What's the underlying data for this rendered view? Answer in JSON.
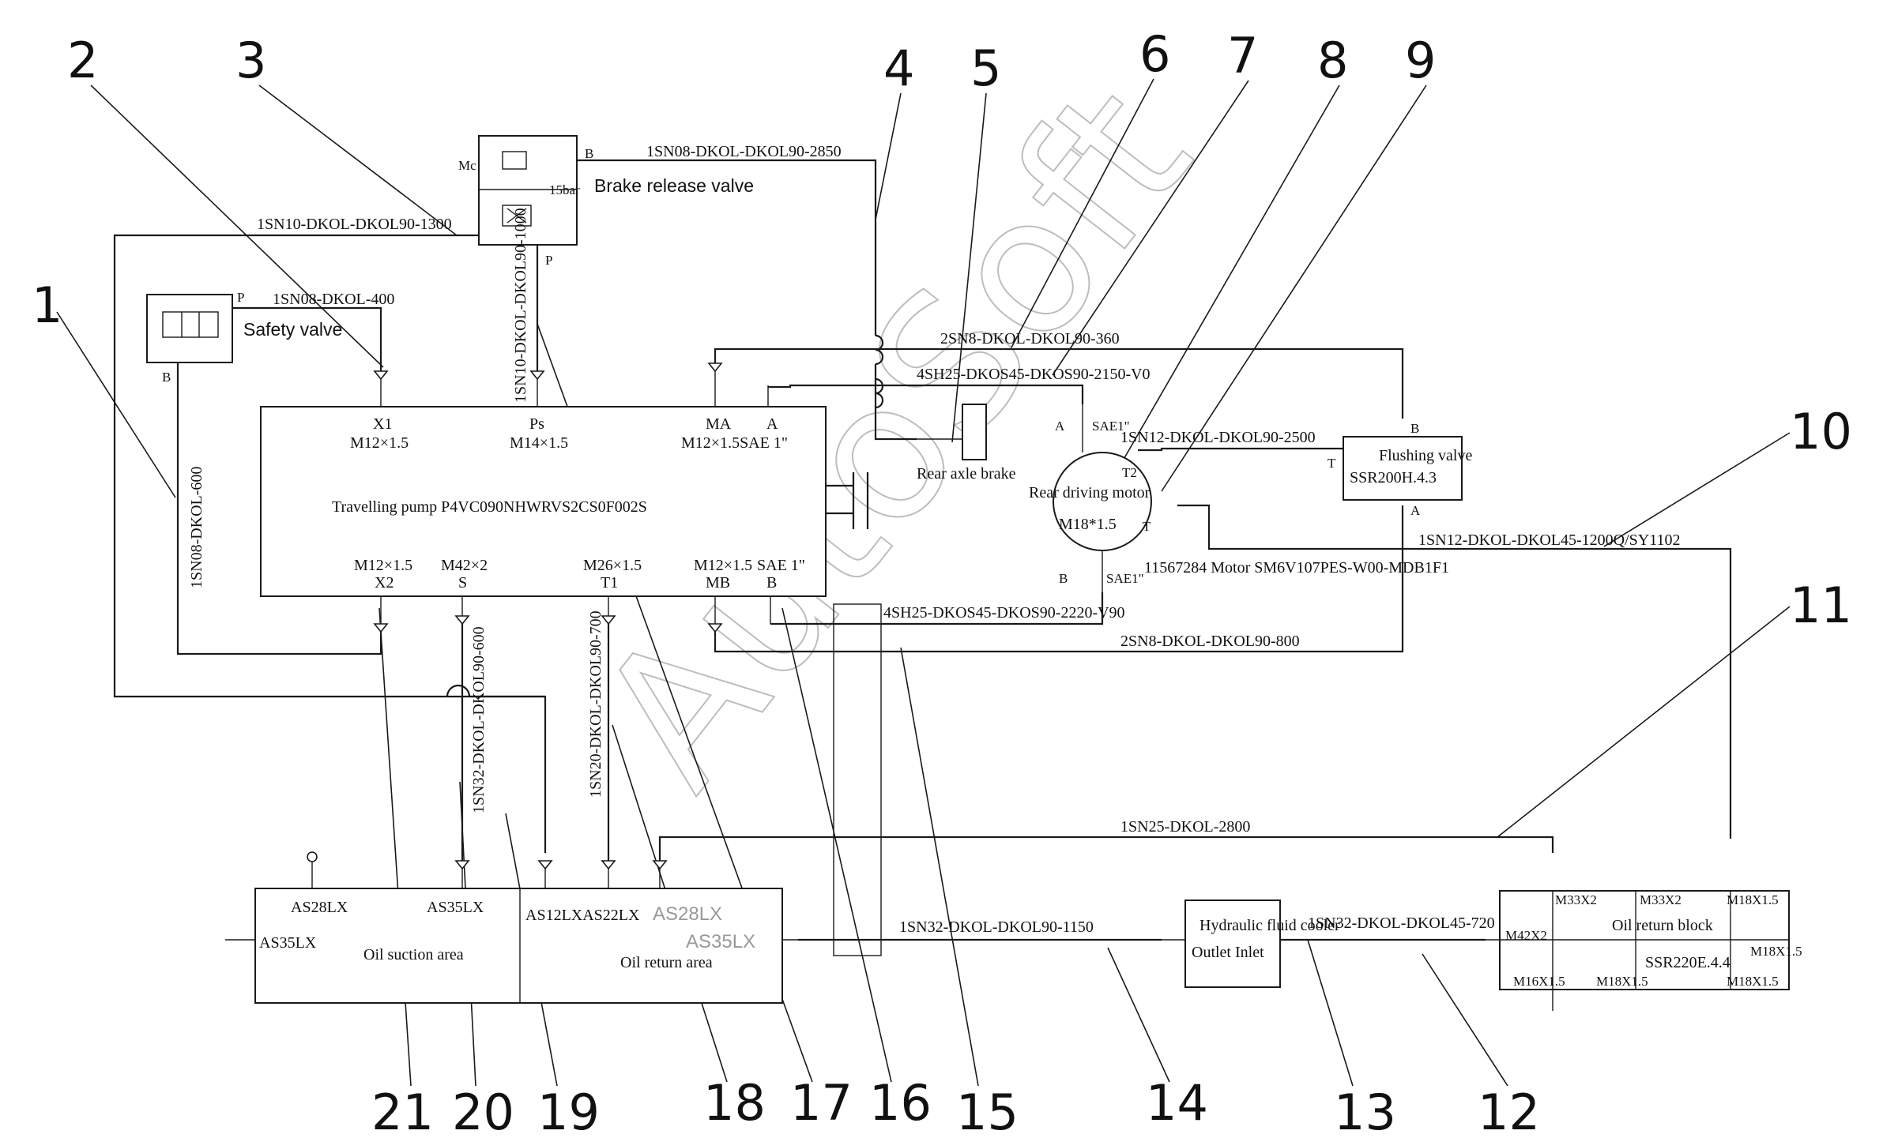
{
  "callouts": [
    "1",
    "2",
    "3",
    "4",
    "5",
    "6",
    "7",
    "8",
    "9",
    "10",
    "11",
    "12",
    "13",
    "14",
    "15",
    "16",
    "17",
    "18",
    "19",
    "20",
    "21"
  ],
  "components": {
    "brake_release_valve": "Brake release valve",
    "brake_port_mc": "Mc",
    "brake_port_b": "B",
    "brake_port_p": "P",
    "brake_pressure": "15bar",
    "safety_valve": "Safety valve",
    "safety_port_p": "P",
    "safety_port_b": "B",
    "pump": "Travelling pump P4VC090NHWRVS2CS0F002S",
    "rear_axle_brake": "Rear axle brake",
    "rear_driving_motor": "Rear driving motor",
    "motor_spec": "11567284 Motor SM6V107PES-W00-MDB1F1",
    "motor_port_a": "A",
    "motor_port_b": "B",
    "motor_port_t": "T",
    "motor_port_t2": "T2",
    "motor_sae1_top": "SAE1\"",
    "motor_sae1_bottom": "SAE1\"",
    "motor_thread": "M18*1.5",
    "flushing_valve": "Flushing valve",
    "flushing_valve_code": "SSR200H.4.3",
    "flush_port_b": "B",
    "flush_port_t": "T",
    "flush_port_a": "A",
    "hydraulic_tank": "Hydraulic fluid cooler",
    "tank_outlet_inlet": "Outlet Inlet",
    "oil_return_block": "Oil return block",
    "oil_return_block_code": "SSR220E.4.4",
    "tank_suction": "Oil suction area",
    "tank_return": "Oil return area"
  },
  "pump_ports_top": [
    {
      "name": "X1",
      "thread": "M12×1.5"
    },
    {
      "name": "Ps",
      "thread": "M14×1.5"
    },
    {
      "name": "MA",
      "thread": "M12×1.5SAE 1\""
    },
    {
      "name": "A",
      "thread": ""
    }
  ],
  "pump_ports_bottom": [
    {
      "name": "X2",
      "thread": "M12×1.5"
    },
    {
      "name": "S",
      "thread": "M42×2"
    },
    {
      "name": "T1",
      "thread": "M26×1.5"
    },
    {
      "name": "MB",
      "thread": "M12×1.5"
    },
    {
      "name": "B",
      "thread": "SAE 1\""
    }
  ],
  "tank_ports": {
    "as28_left": "AS28LX",
    "as35_mid": "AS35LX",
    "as12_as22": "AS12LXAS22LX",
    "as35_left": "AS35LX",
    "as28_ghost": "AS28LX",
    "as35_ghost": "AS35LX"
  },
  "block_ports": {
    "m33x2_a": "M33X2",
    "m33x2_b": "M33X2",
    "m18_top": "M18X1.5",
    "m42": "M42X2",
    "m18_right": "M18X1.5",
    "m16_bottom": "M16X1.5",
    "m18_bottom_mid": "M18X1.5",
    "m18_bottom_right": "M18X1.5"
  },
  "hoses": {
    "h_1sn08_2850": "1SN08-DKOL-DKOL90-2850",
    "h_1sn10_1300": "1SN10-DKOL-DKOL90-1300",
    "h_1sn08_400": "1SN08-DKOL-400",
    "h_1sn10_1000": "1SN10-DKOL-DKOL90-1000",
    "h_1sn08_600": "1SN08-DKOL-600",
    "h_2sn8_360": "2SN8-DKOL-DKOL90-360",
    "h_4sh25_2150": "4SH25-DKOS45-DKOS90-2150-V0",
    "h_1sn12_2500": "1SN12-DKOL-DKOL90-2500",
    "h_1sn12_1200": "1SN12-DKOL-DKOL45-1200Q/SY1102",
    "h_4sh25_2220": "4SH25-DKOS45-DKOS90-2220-V90",
    "h_2sn8_800": "2SN8-DKOL-DKOL90-800",
    "h_1sn32_600": "1SN32-DKOL-DKOL90-600",
    "h_1sn20_700": "1SN20-DKOL-DKOL90-700",
    "h_1sn25_2800": "1SN25-DKOL-2800",
    "h_1sn32_1150": "1SN32-DKOL-DKOL90-1150",
    "h_1sn32_720": "1SN32-DKOL-DKOL45-720"
  },
  "watermark": "AutoSoft"
}
